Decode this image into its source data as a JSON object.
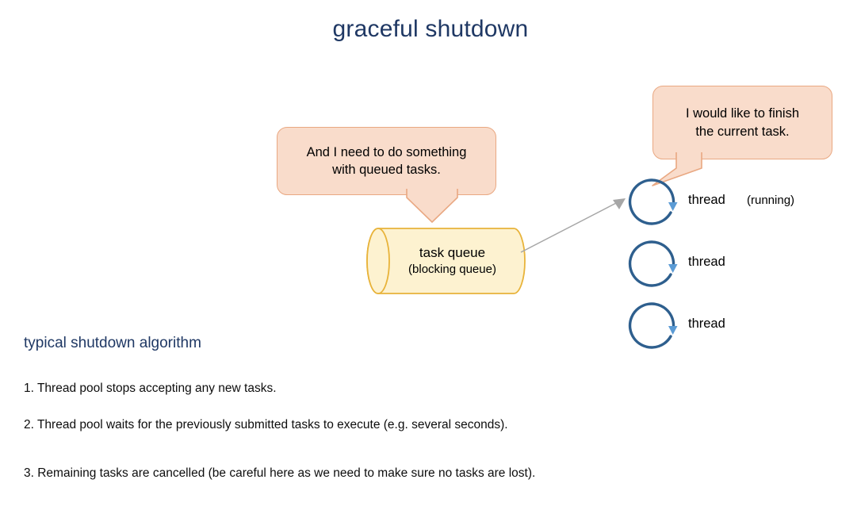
{
  "slide": {
    "title": "graceful shutdown",
    "title_color": "#1F3864",
    "background": "#ffffff"
  },
  "bubbles": [
    {
      "id": "thread-bubble",
      "line1": "I would like to finish",
      "line2": "the current task.",
      "fill": "#F9DCCB",
      "stroke": "#E9A882"
    },
    {
      "id": "queue-bubble",
      "line1": "And I need to do something",
      "line2": "with queued tasks.",
      "fill": "#F9DCCB",
      "stroke": "#E9A882"
    }
  ],
  "queue": {
    "title": "task queue",
    "subtitle": "(blocking queue)",
    "fill": "#FDF2D0",
    "stroke": "#E8B33A"
  },
  "threads": [
    {
      "label": "thread",
      "state": "(running)"
    },
    {
      "label": "thread",
      "state": ""
    },
    {
      "label": "thread",
      "state": ""
    }
  ],
  "thread_style": {
    "ring_color": "#2E5F8E",
    "arrow_color": "#5B9BD5"
  },
  "connector": {
    "color": "#A6A6A6"
  },
  "algorithm": {
    "heading": "typical shutdown algorithm",
    "steps": [
      "1. Thread pool stops accepting any new tasks.",
      "2. Thread pool waits for the previously submitted tasks to execute (e.g. several seconds).",
      "3. Remaining tasks are cancelled (be careful here as we need to make sure no tasks are lost)."
    ]
  }
}
